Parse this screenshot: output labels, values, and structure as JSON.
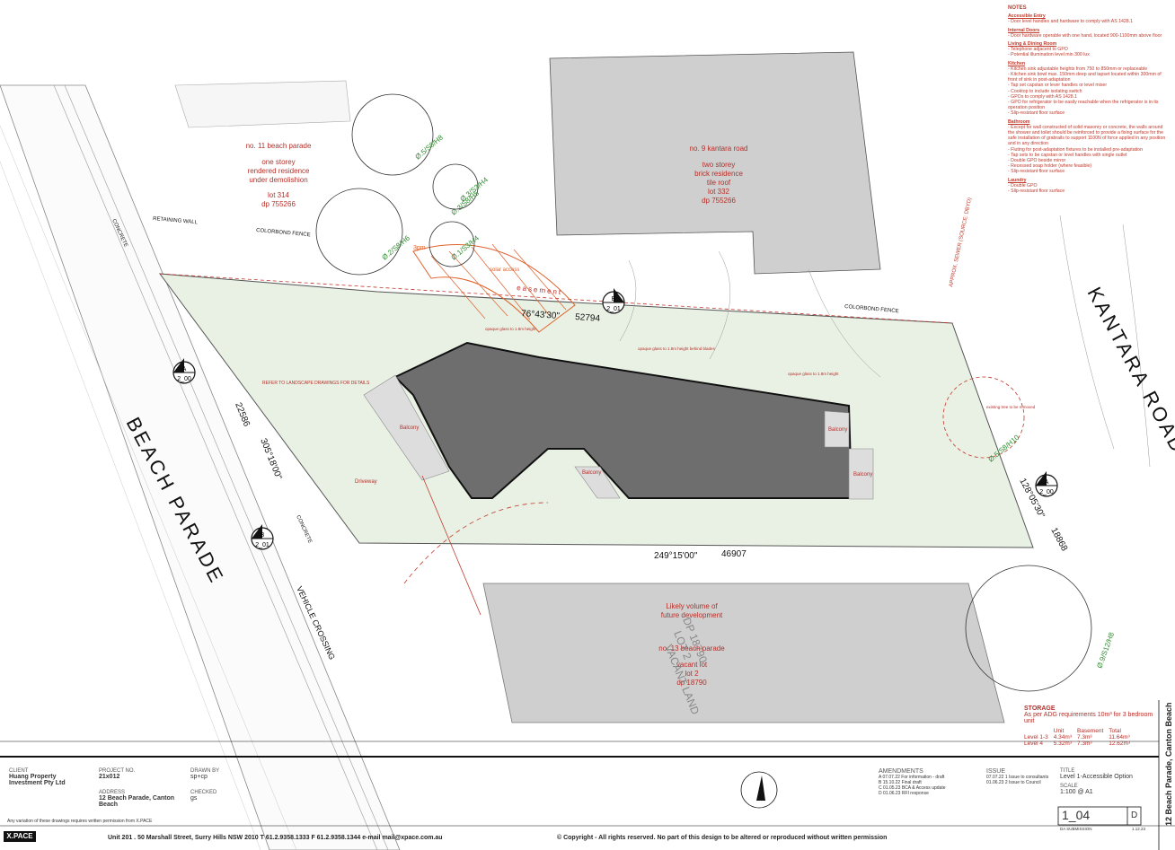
{
  "streets": {
    "beach_parade": "BEACH PARADE",
    "kantara_road": "KANTARA ROAD"
  },
  "neighbours": {
    "no11": [
      "no. 11 beach parade",
      "one storey",
      "rendered residence",
      "under demolishion",
      "lot 314",
      "dp 755266"
    ],
    "no9": [
      "no. 9 kantara road",
      "two storey",
      "brick residence",
      "tile roof",
      "lot 332",
      "dp 755266"
    ],
    "no13": [
      "Likely volume of",
      "future development",
      "no. 13 beach parade",
      "vacant lot",
      "lot 2",
      "dp 18790"
    ]
  },
  "site_labels": {
    "retaining_wall": "RETAINING WALL",
    "colorbond_fence_1": "COLORBOND FENCE",
    "colorbond_fence_2": "COLORBOND FENCE",
    "easement": "easement",
    "bearing_1": "76°43'30\"",
    "dist_1": "52794",
    "bearing_2": "249°15'00\"",
    "dist_2": "46907",
    "bearing_3": "128°05'30\"",
    "dist_3": "18868",
    "bearing_4": "305°18'00\"",
    "dist_4": "22586",
    "concrete_1": "CONCRETE",
    "concrete_2": "CONCRETE",
    "vehicle_crossing": "VEHICLE CROSSING",
    "sewer": "APPROX. SEWER (SOURCE: DBYD)",
    "balcony_1": "Balcony",
    "balcony_2": "Balcony",
    "balcony_3": "Balcony",
    "balcony_4": "Balcony",
    "driveway": "Driveway",
    "landscape": "REFER TO LANDSCAPE DRAWINGS FOR DETAILS",
    "tree_1": "Ø.5/S8/H8",
    "tree_2": "Ø.3/S3/H4",
    "tree_3": "Ø.3/S8/H5",
    "tree_4": "Ø.2/S8/H6",
    "tree_5": "Ø.1/S3/H4",
    "tree_6": "Ø.5/S8/H10",
    "tree_7": "Ø.9/S12/H8",
    "sun_1": "3pm",
    "sun_2": "solar access",
    "lot2": "LOT 2",
    "dp": "DP 18790",
    "vacant_land": "VACANT LAND",
    "opaque_1": "opaque glass to 1.8m height",
    "opaque_2": "opaque glass to 1.8m height behind blades",
    "opaque_3": "opaque glass to 1.8m height",
    "existing_tree": "existing tree to be removed"
  },
  "sections": [
    {
      "id": "A",
      "ref": "2_00"
    },
    {
      "id": "B",
      "ref": "2_01"
    },
    {
      "id": "A",
      "ref": "2_00"
    },
    {
      "id": "B",
      "ref": "2_01"
    }
  ],
  "notes": {
    "title": "NOTES",
    "groups": [
      {
        "h": "Accessible Entry",
        "lines": [
          "- Door level handles and hardware to comply with AS 1428.1"
        ]
      },
      {
        "h": "Internal Doors",
        "lines": [
          "- Door hardware operable with one hand, located 900-1100mm above floor"
        ]
      },
      {
        "h": "Living & Dining Room",
        "lines": [
          "- Telephone adjacent to GPO",
          "- Potential illumination level min 300 lux"
        ]
      },
      {
        "h": "Kitchen",
        "lines": [
          "- Kitchen sink adjustable heights from 750 to 850mm or replaceable",
          "- Kitchen sink bowl max. 150mm deep and tapset located within 300mm of front of sink in post-adaptation",
          "- Tap set capstan or lever handles or level mixer",
          "- Cooktop to include isolating switch",
          "- GPOs to comply with AS 1428.1",
          "- GPO for refrigerator to be easily reachable when the refrigerator is in its operation position",
          "- Slip-resistant floor surface"
        ]
      },
      {
        "h": "Bathroom",
        "lines": [
          "- Except for wall constructed of solid masonry or concrete, the walls around the shower and toilet should be reinforced to provide a fixing surface for the safe installation of grabrails to support 1100N of force applied in any position and in any direction",
          "- Fluting for post-adaptation fixtures to be installed pre-adaptation",
          "- Tap sets to be capstan or level handles with single outlet",
          "- Double GPO beside mirror",
          "- Recessed soap holder (where feasible)",
          "- Slip-resistant floor surface"
        ]
      },
      {
        "h": "Laundry",
        "lines": [
          "- Double GPO",
          "- Slip-resistant floor surface"
        ]
      }
    ]
  },
  "storage": {
    "title": "STORAGE",
    "subtitle": "As per ADG requirements 10m³ for 3 bedroom unit",
    "headers": [
      "",
      "Unit",
      "Basement",
      "Total"
    ],
    "rows": [
      [
        "Level 1-3",
        "4.34m³",
        "7.3m³",
        "11.64m³"
      ],
      [
        "Level 4",
        "5.32m³",
        "7.3m³",
        "12.62m³"
      ]
    ]
  },
  "titleblock": {
    "client_label": "CLIENT",
    "client": "Huang Property Investment Pty Ltd",
    "project_label": "PROJECT NO.",
    "project": "21x012",
    "drawn_label": "DRAWN BY",
    "drawn": "sp+cp",
    "address_label": "ADDRESS",
    "address": "12 Beach Parade, Canton Beach",
    "checked_label": "CHECKED",
    "checked": "gs",
    "amendments_label": "AMENDMENTS",
    "amendments": [
      [
        "A",
        "07.07.22",
        "For information - draft"
      ],
      [
        "B",
        "15.10.22",
        "Final draft"
      ],
      [
        "C",
        "01.05.23",
        "BCA & Access update"
      ],
      [
        "D",
        "01.06.23",
        "RFI response"
      ]
    ],
    "issue_label": "ISSUE",
    "issues": [
      [
        "07.07.22",
        "1",
        "Issue to consultants"
      ],
      [
        "01.06.23",
        "2",
        "Issue to Council"
      ]
    ],
    "title_label": "TITLE",
    "title": "Level 1-Accessible Option",
    "scale_label": "SCALE",
    "scale": "1:100   @ A1",
    "drawing_no": "1_04",
    "rev": "D",
    "status": "DA SUBMISSION",
    "plot_date": "1.12.23",
    "vertical_title": "12 Beach Parade, Canton Beach",
    "permission": "Any variation of these drawings requires written permission from X.PACE",
    "logo": "X.PACE",
    "footer_address": "Unit 201 . 50 Marshall Street, Surry Hills NSW 2010    T  61.2.9358.1333    F  61.2.9358.1344    e-mail  mail@xpace.com.au",
    "copyright": "© Copyright - All rights reserved. No part of this design to be altered or reproduced without written permission"
  },
  "colors": {
    "accent": "#b5302a",
    "building": "#6e6e6e",
    "neighbour": "#cfcfcf",
    "site": "#e9f1e4"
  }
}
